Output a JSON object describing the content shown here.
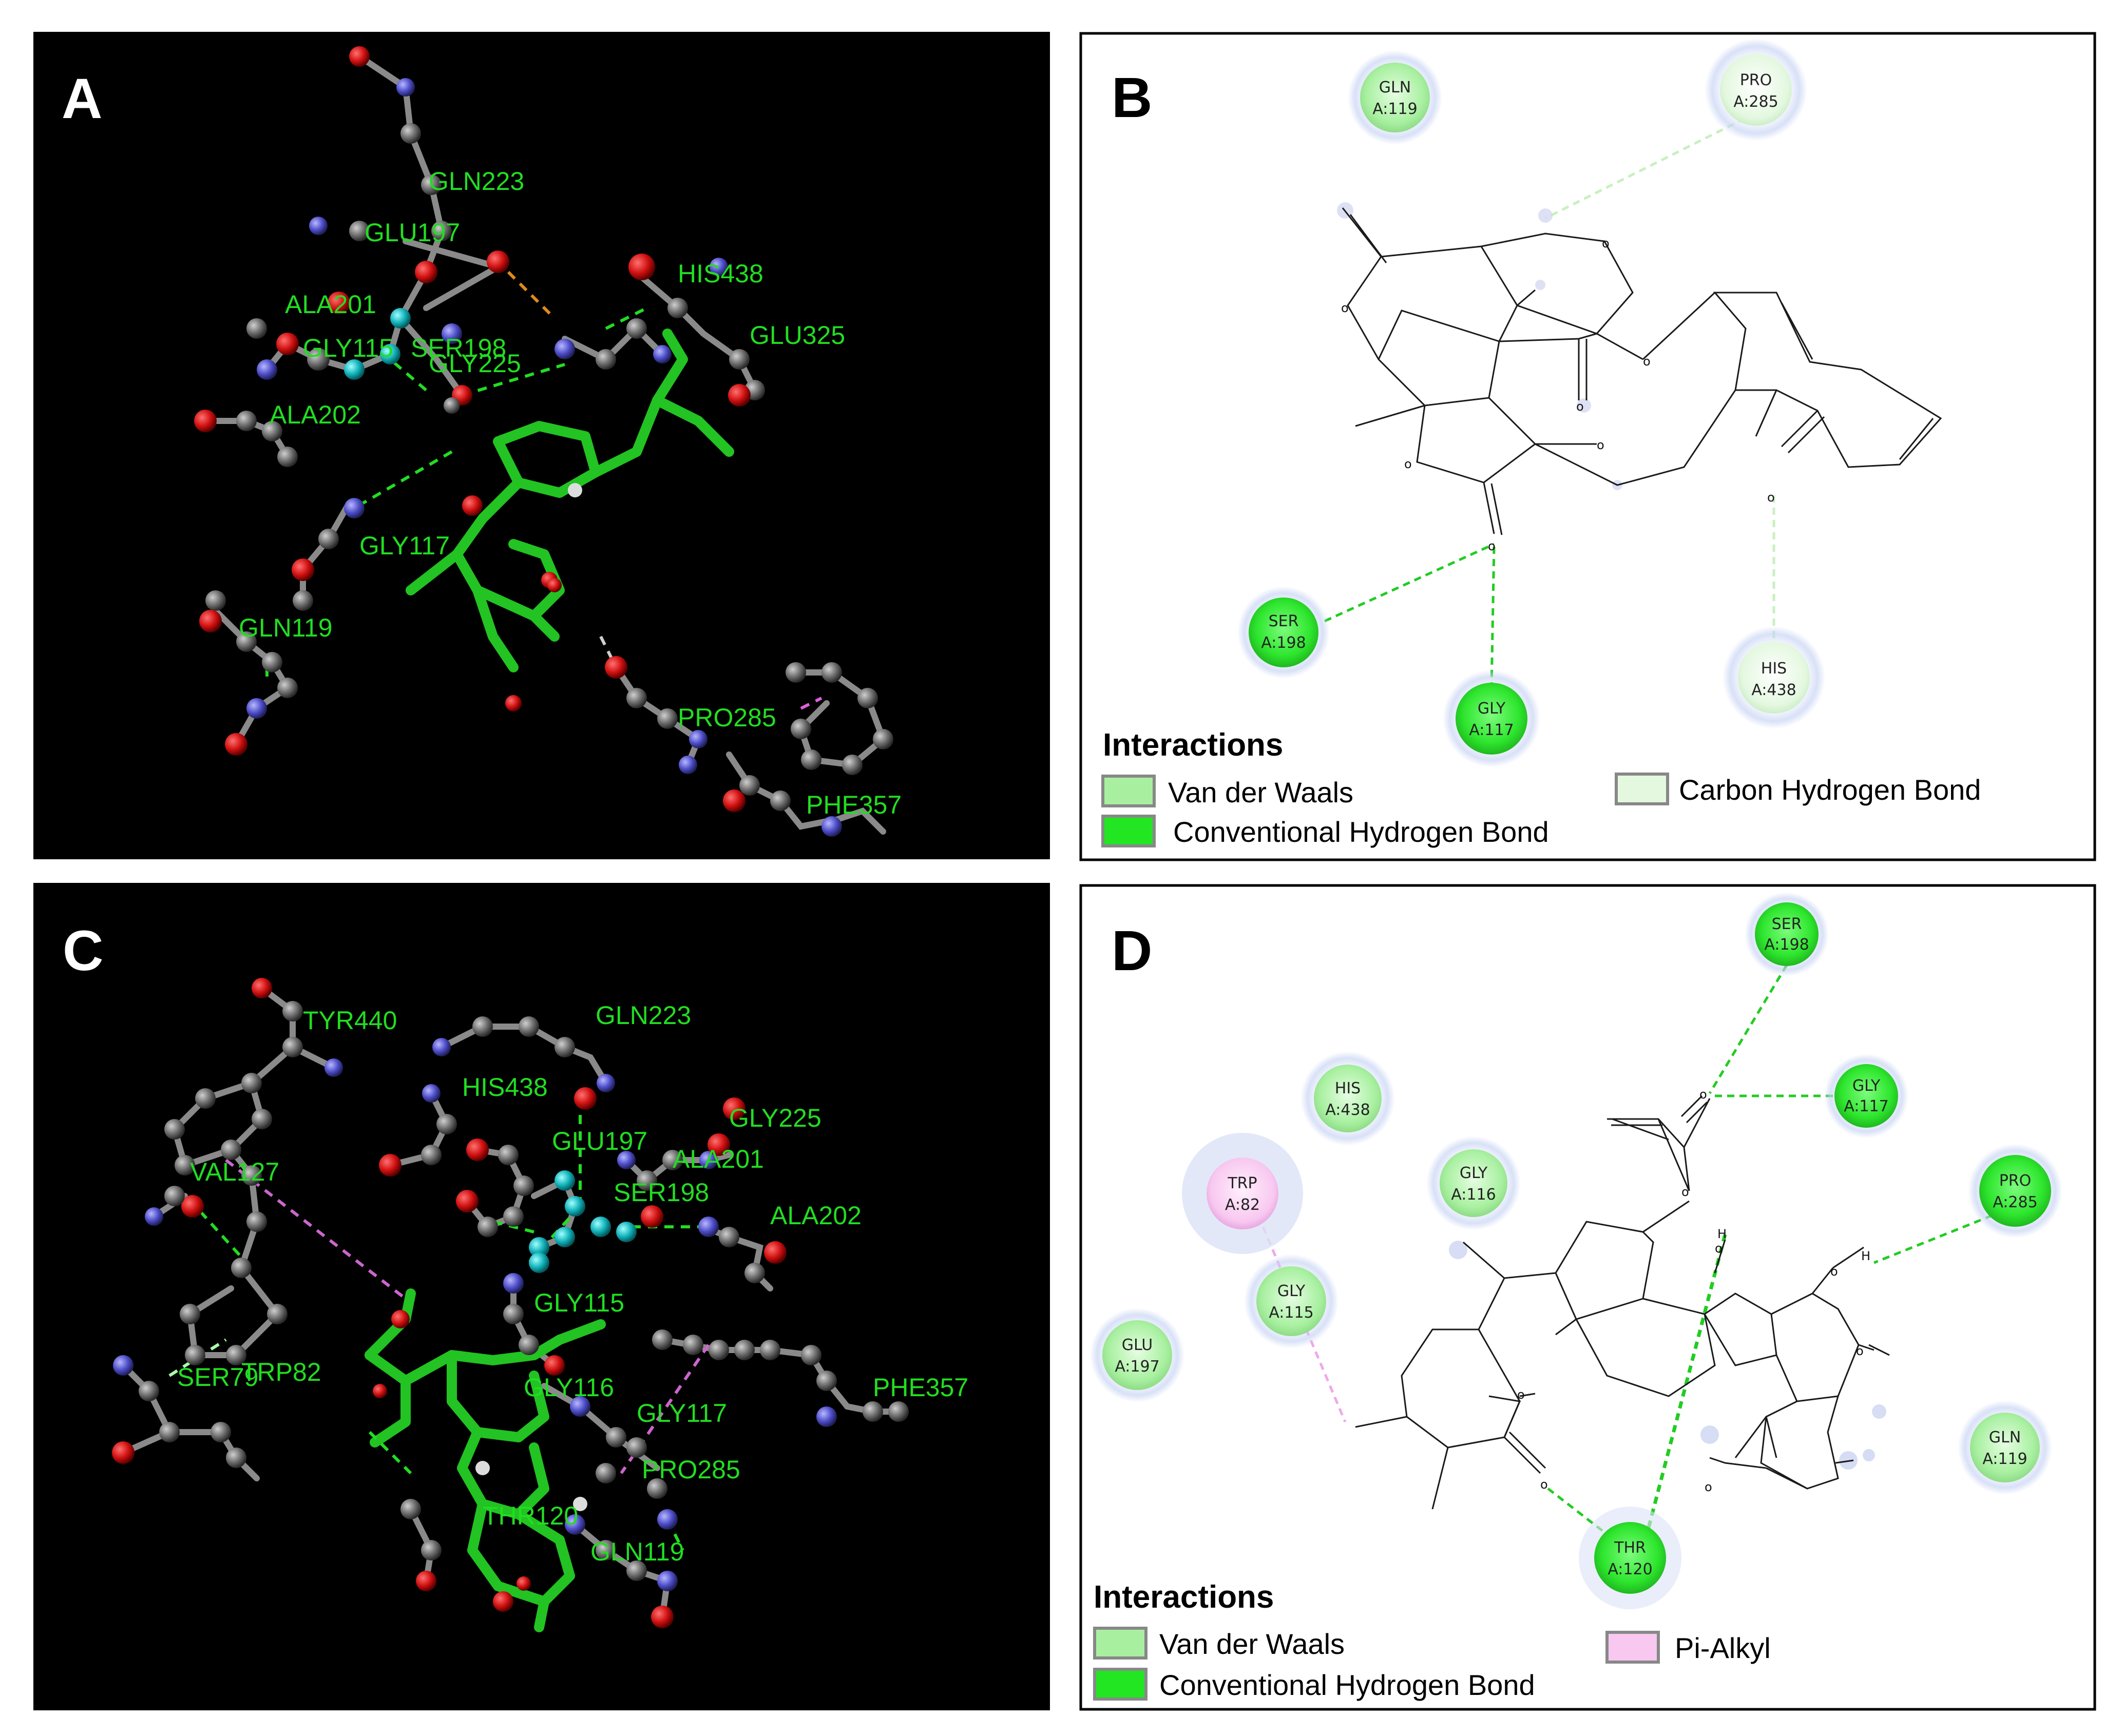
{
  "panels": {
    "A": {
      "letter": "A",
      "residues": [
        "GLN223",
        "GLU197",
        "ALA201",
        "HIS438",
        "GLY115",
        "SER198",
        "GLY225",
        "GLU325",
        "ALA202",
        "GLY117",
        "GLN119",
        "PRO285",
        "PHE357"
      ]
    },
    "B": {
      "letter": "B",
      "residues": [
        {
          "name": "GLN",
          "id": "A:119",
          "type": "vdw"
        },
        {
          "name": "PRO",
          "id": "A:285",
          "type": "chb"
        },
        {
          "name": "SER",
          "id": "A:198",
          "type": "hb"
        },
        {
          "name": "GLY",
          "id": "A:117",
          "type": "hb"
        },
        {
          "name": "HIS",
          "id": "A:438",
          "type": "chb"
        }
      ],
      "legend": {
        "title": "Interactions",
        "items": [
          "Van der Waals",
          "Conventional Hydrogen Bond",
          "Carbon Hydrogen Bond"
        ]
      }
    },
    "C": {
      "letter": "C",
      "residues": [
        "TYR440",
        "GLN223",
        "HIS438",
        "GLY225",
        "GLU197",
        "ALA201",
        "SER198",
        "ALA202",
        "VAL127",
        "GLY115",
        "PHE357",
        "SER79",
        "TRP82",
        "GLY116",
        "GLY117",
        "PRO285",
        "THR120",
        "GLN119"
      ]
    },
    "D": {
      "letter": "D",
      "residues": [
        {
          "name": "SER",
          "id": "A:198",
          "type": "hb"
        },
        {
          "name": "HIS",
          "id": "A:438",
          "type": "vdw"
        },
        {
          "name": "GLY",
          "id": "A:117",
          "type": "hb"
        },
        {
          "name": "TRP",
          "id": "A:82",
          "type": "pi"
        },
        {
          "name": "GLY",
          "id": "A:116",
          "type": "vdw"
        },
        {
          "name": "PRO",
          "id": "A:285",
          "type": "hb"
        },
        {
          "name": "GLY",
          "id": "A:115",
          "type": "vdw"
        },
        {
          "name": "GLU",
          "id": "A:197",
          "type": "vdw"
        },
        {
          "name": "GLN",
          "id": "A:119",
          "type": "vdw"
        },
        {
          "name": "THR",
          "id": "A:120",
          "type": "hb"
        }
      ],
      "legend": {
        "title": "Interactions",
        "items": [
          "Van der Waals",
          "Conventional Hydrogen Bond",
          "Pi-Alkyl"
        ]
      }
    }
  },
  "colors": {
    "vdw": "#a8f0a0",
    "hb": "#2ee62e",
    "chb": "#e4f8e0",
    "pi": "#f8c8f0",
    "label3d": "#22dd22",
    "background3d": "#000000"
  }
}
